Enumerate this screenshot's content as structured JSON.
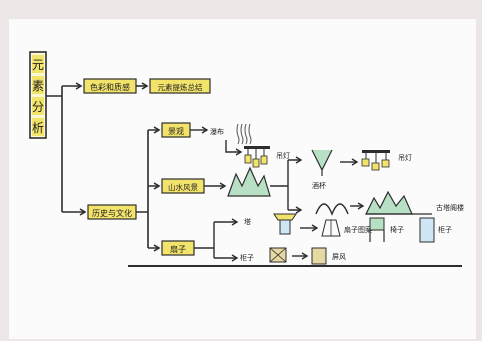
{
  "diagram": {
    "title_chars": [
      "元",
      "素",
      "分",
      "析"
    ],
    "level1": {
      "shape": "色彩和质感",
      "history": "历史与文化"
    },
    "level2": {
      "summary": "元素提炼总结",
      "scenery": "景观",
      "mountain": "山水风景",
      "fan": "扇子"
    },
    "notes": {
      "waterfall": "瀑布",
      "lantern": "吊灯",
      "lantern2": "吊灯",
      "glass": "酒杯",
      "tower": "塔",
      "ancient": "古塔阁楼",
      "fan_pattern": "扇子图案",
      "chair": "椅子",
      "cabinet": "柜子",
      "screen": "屏风"
    },
    "colors": {
      "label_fill": "#f2e36a",
      "ink": "#2d2d2d",
      "background": "#ece7e6",
      "paper": "#fbfbfb"
    }
  }
}
